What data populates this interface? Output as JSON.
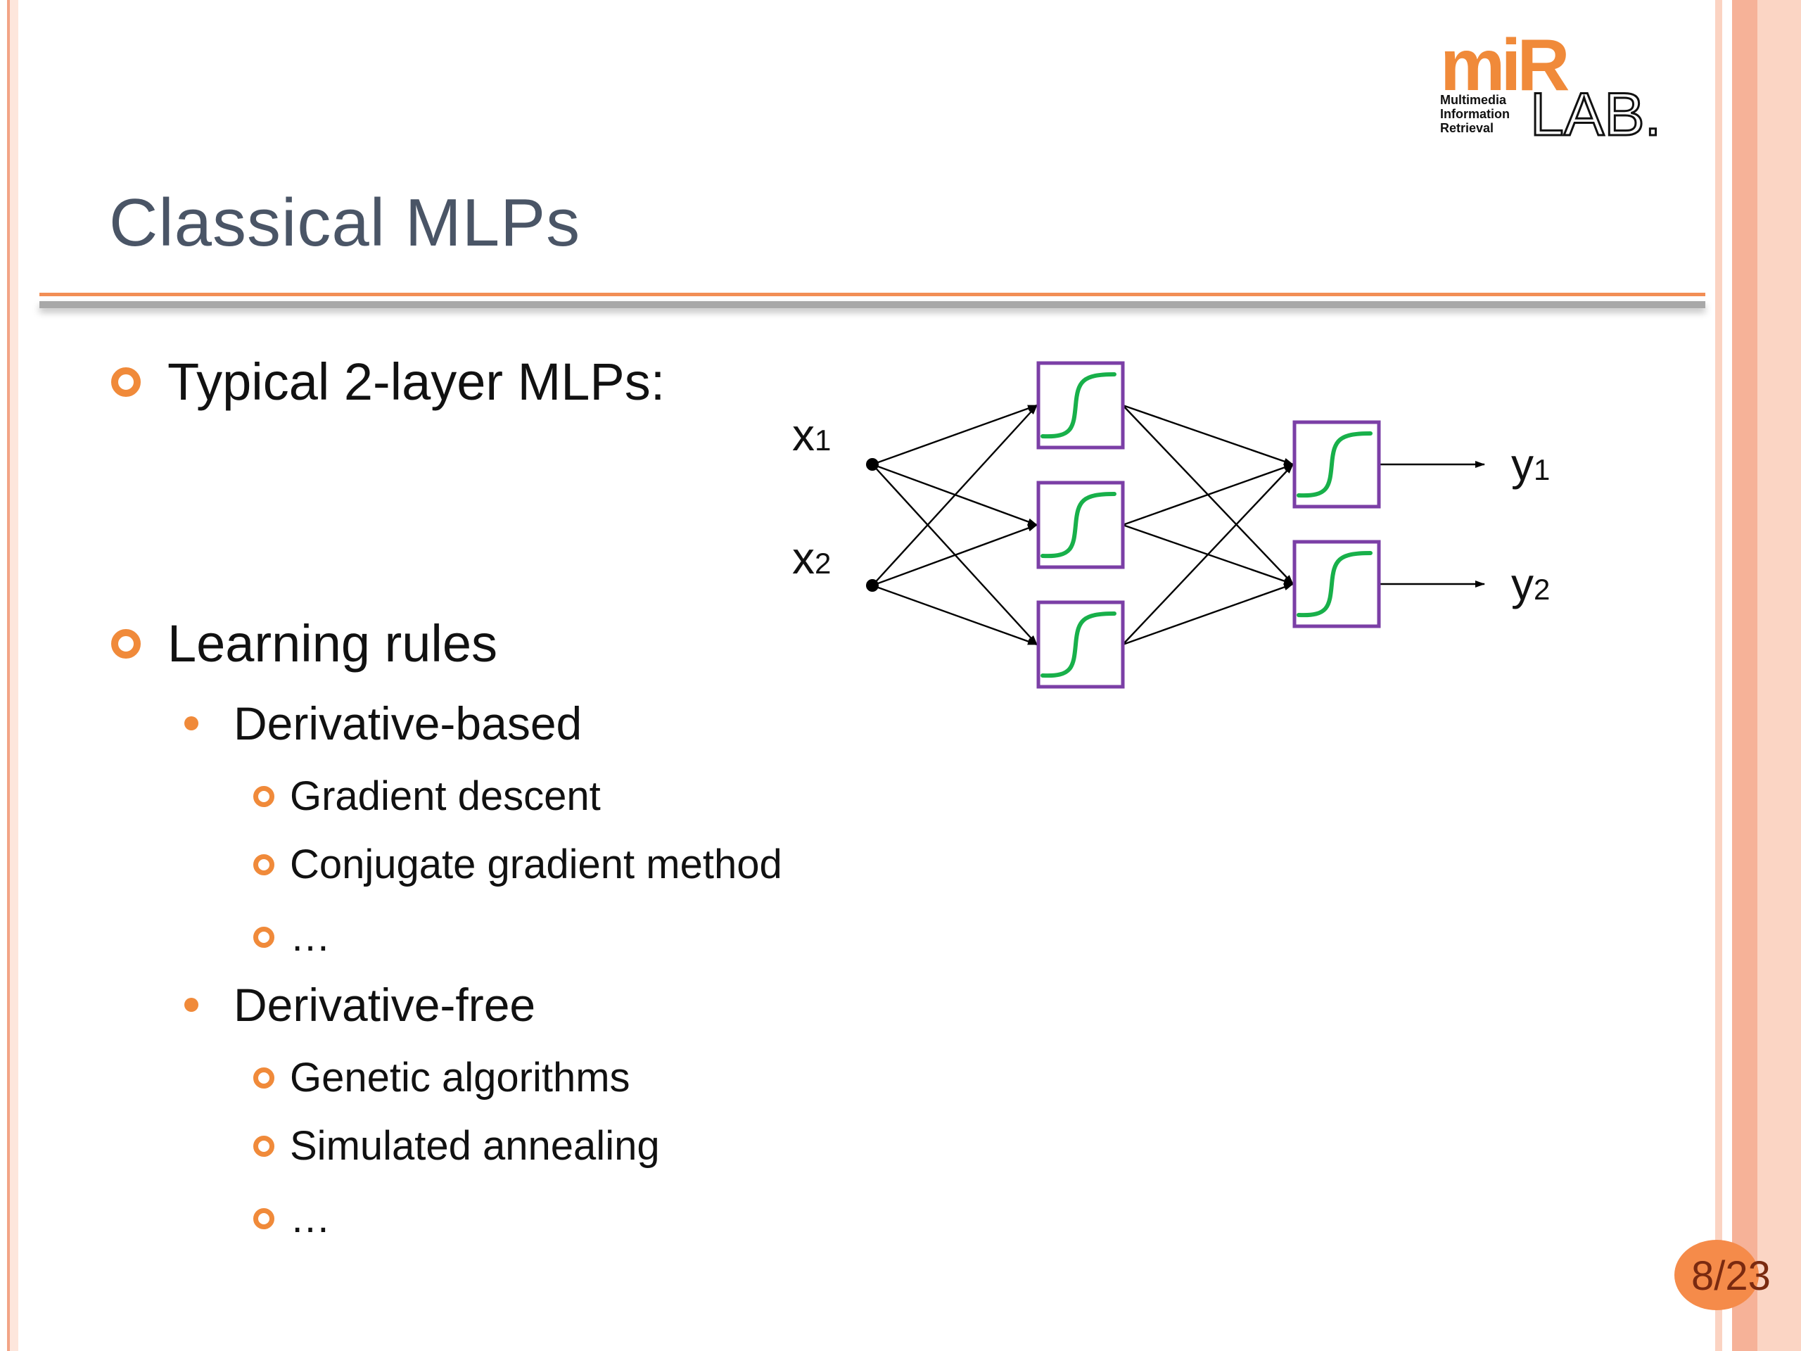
{
  "slide": {
    "title": "Classical MLPs",
    "page_number": "8/23"
  },
  "logo": {
    "brand_top": "miR",
    "brand_bottom": "LAB.",
    "subtitle_lines": [
      "Multimedia",
      "Information",
      "Retrieval"
    ]
  },
  "bullets": {
    "item1": "Typical 2-layer MLPs:",
    "item2": "Learning rules",
    "derivative_based": {
      "label": "Derivative-based",
      "items": [
        "Gradient descent",
        "Conjugate gradient method",
        "…"
      ]
    },
    "derivative_free": {
      "label": "Derivative-free",
      "items": [
        "Genetic algorithms",
        "Simulated annealing",
        "…"
      ]
    }
  },
  "diagram": {
    "inputs": [
      {
        "base": "x",
        "sub": "1"
      },
      {
        "base": "x",
        "sub": "2"
      }
    ],
    "outputs": [
      {
        "base": "y",
        "sub": "1"
      },
      {
        "base": "y",
        "sub": "2"
      }
    ],
    "hidden_layer_count": 3,
    "output_layer_count": 2,
    "node_border_color": "#7b3fa6",
    "activation_curve_color": "#18b04a",
    "activation": "sigmoid"
  },
  "colors": {
    "accent_orange": "#f08a3a",
    "title_gray": "#4a5566"
  }
}
